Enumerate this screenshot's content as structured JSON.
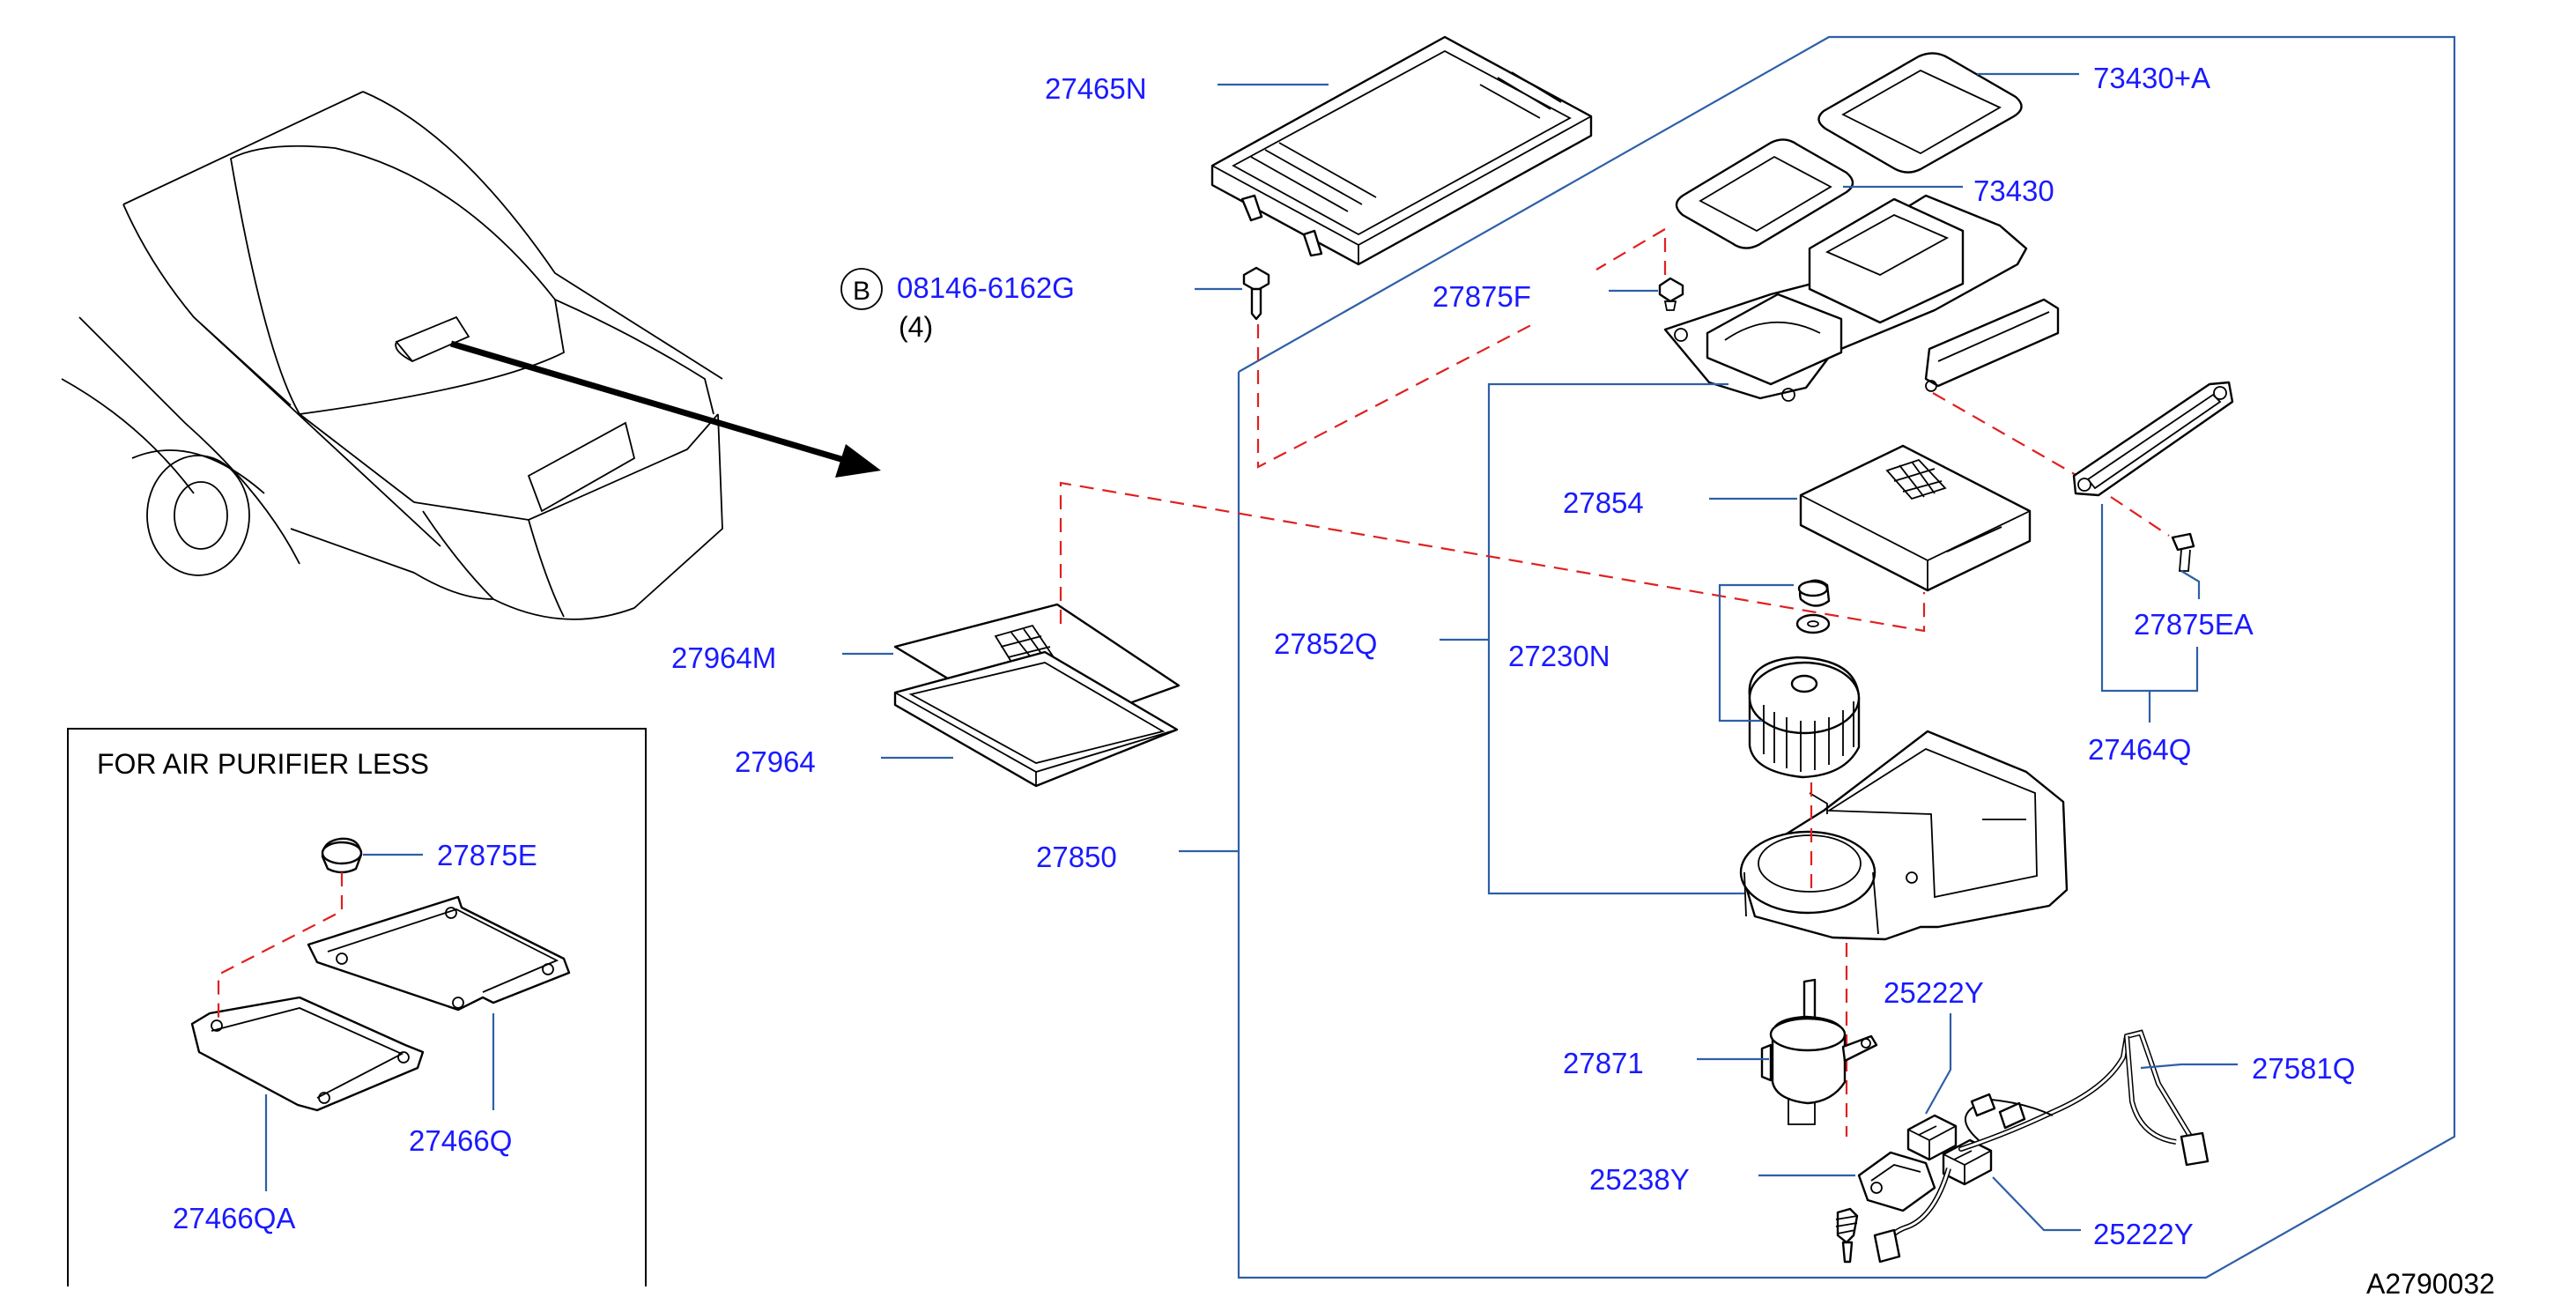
{
  "diagram_id": "A2790032",
  "inset": {
    "title": "FOR  AIR  PURIFIER  LESS"
  },
  "bolt": {
    "symbol": "B",
    "part_number": "08146-6162G",
    "quantity": "(4)"
  },
  "labels": {
    "p27465N": "27465N",
    "p73430A": "73430+A",
    "p73430": "73430",
    "p27875F": "27875F",
    "p27854": "27854",
    "p27852Q": "27852Q",
    "p27230N": "27230N",
    "p27875EA": "27875EA",
    "p27464Q": "27464Q",
    "p27964M": "27964M",
    "p27964": "27964",
    "p27850": "27850",
    "p27871": "27871",
    "p25222Y_top": "25222Y",
    "p27581Q": "27581Q",
    "p25238Y": "25238Y",
    "p25222Y_bottom": "25222Y",
    "p27875E": "27875E",
    "p27466Q": "27466Q",
    "p27466QA": "27466QA"
  },
  "colors": {
    "label": "#1a1aff",
    "leader": "#2e5fa8",
    "phantom": "#e02020",
    "line": "#000000"
  }
}
